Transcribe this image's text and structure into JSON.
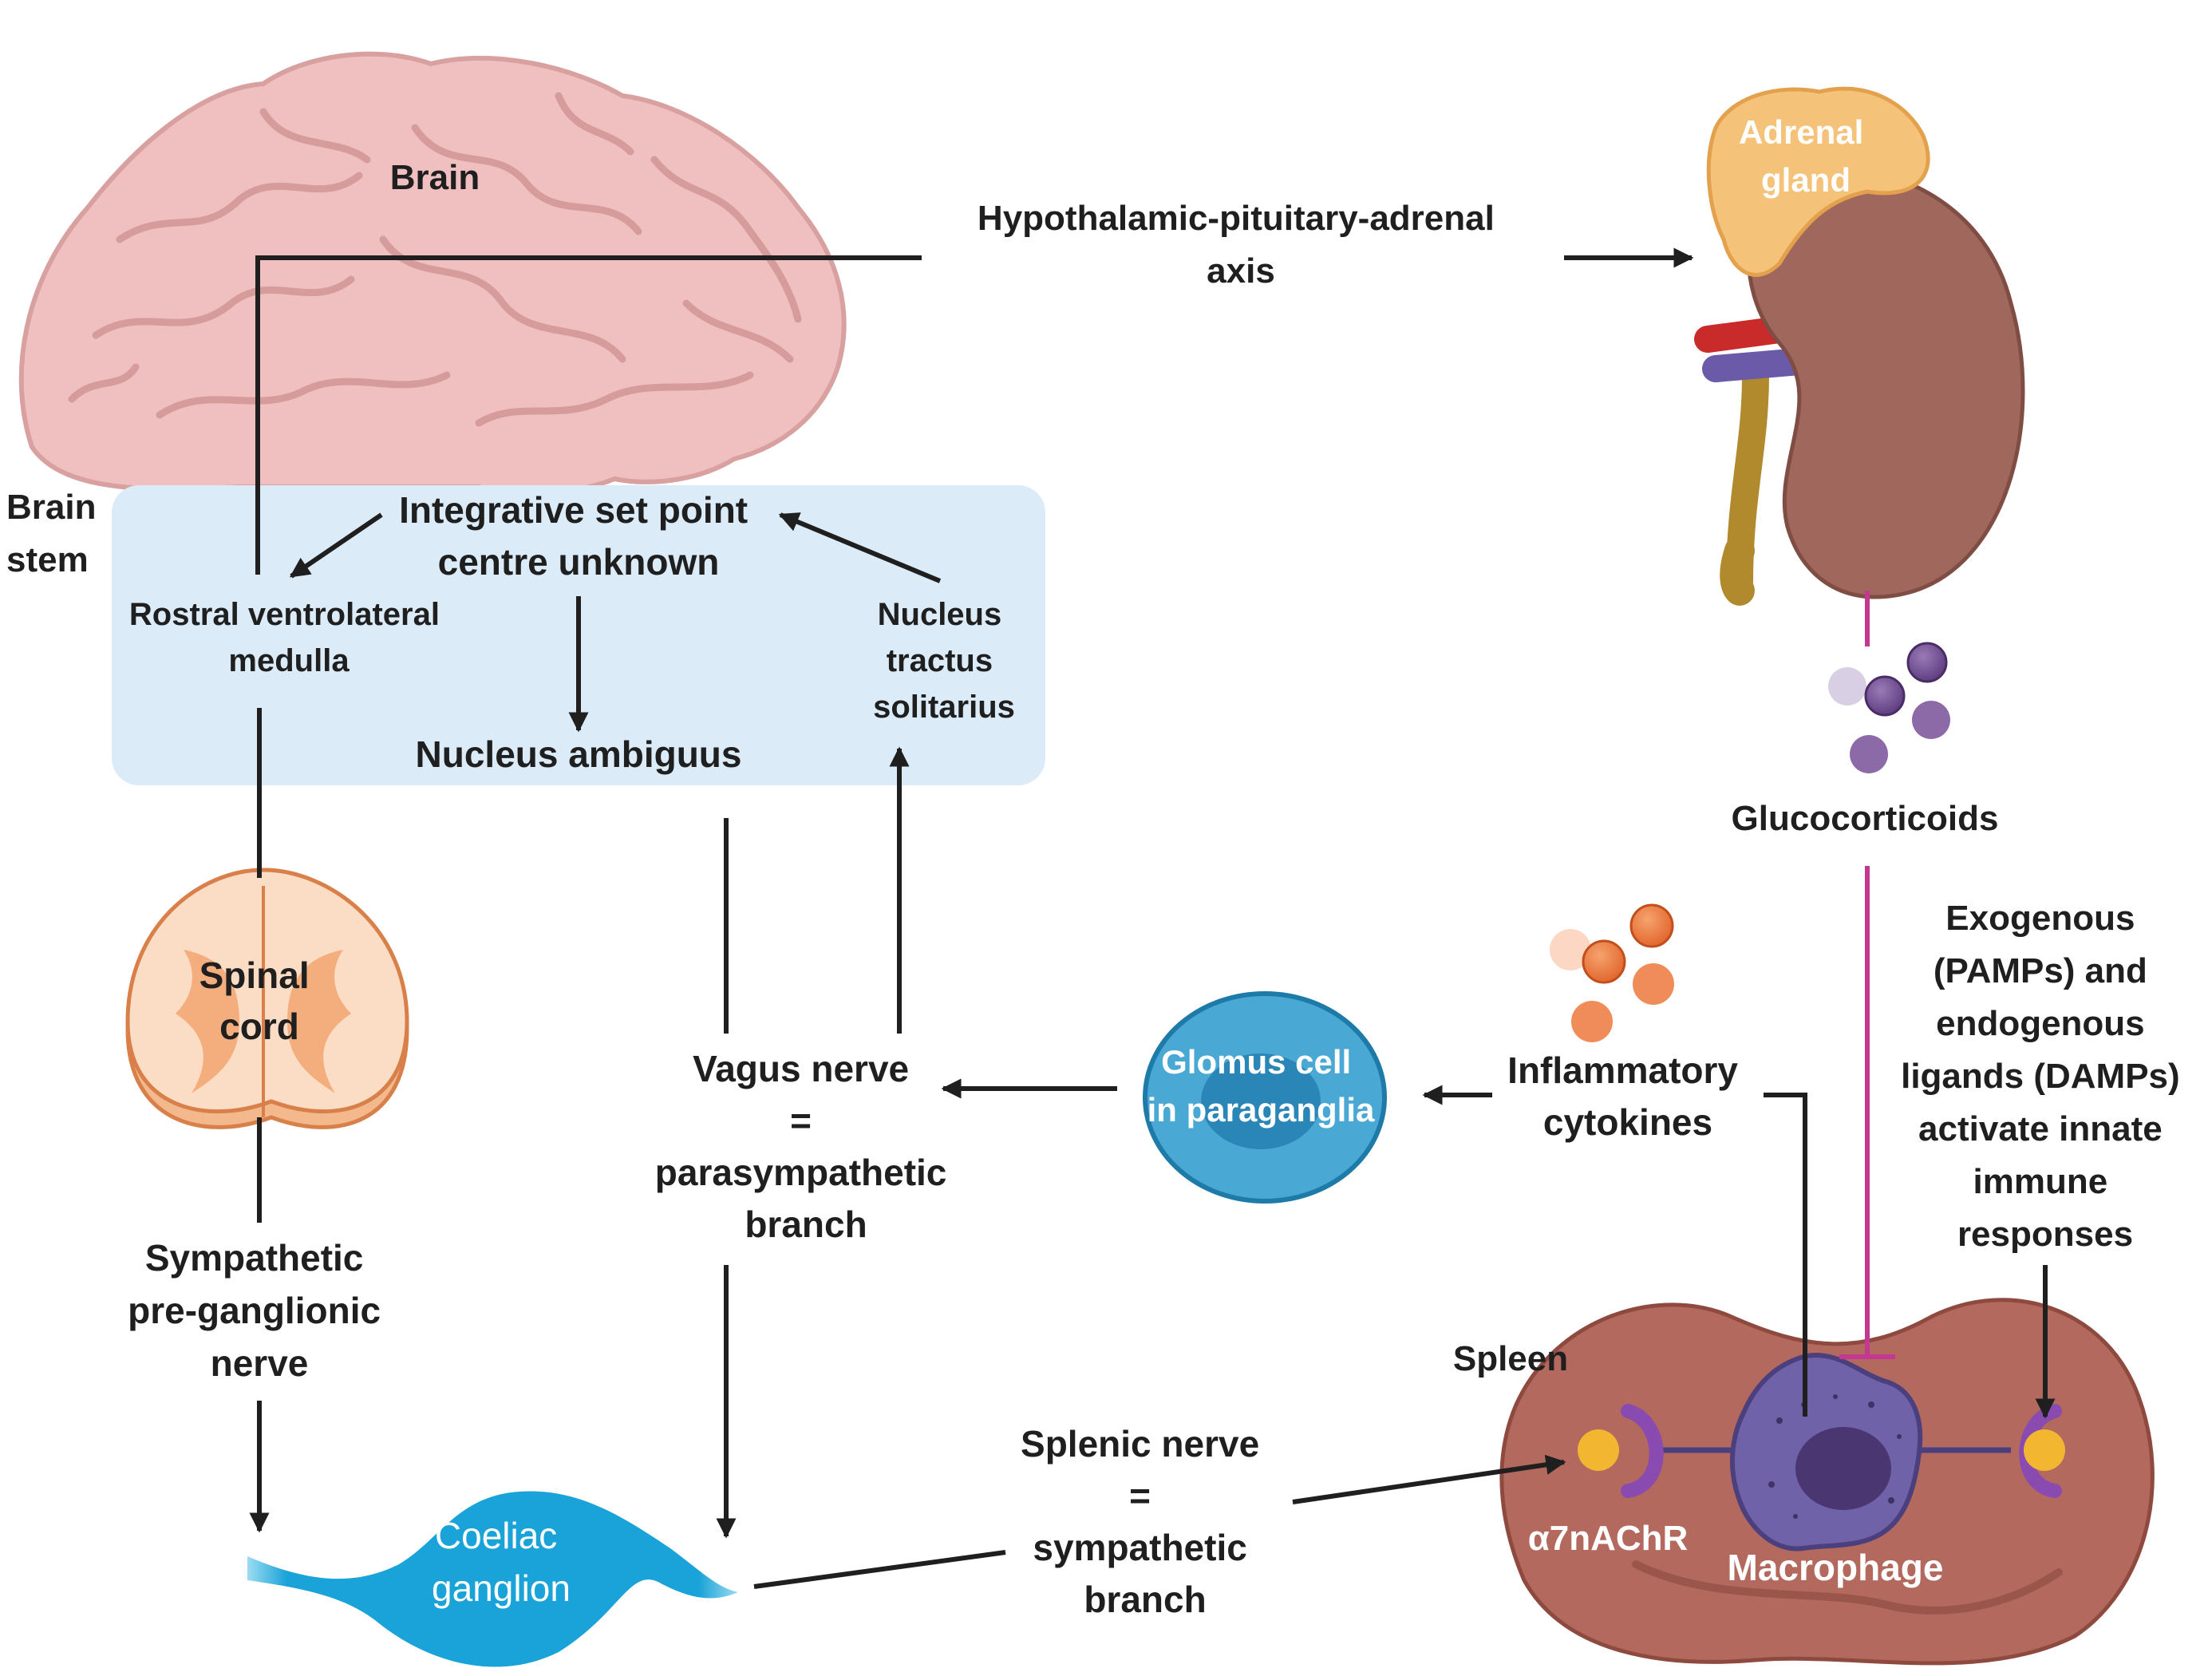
{
  "labels": {
    "brain": "Brain",
    "brain_stem": [
      "Brain",
      "stem"
    ],
    "hpa_axis": [
      "Hypothalamic-pituitary-adrenal",
      "axis"
    ],
    "adrenal_gland": [
      "Adrenal",
      "gland"
    ],
    "integrative_centre": [
      "Integrative set point",
      "centre unknown"
    ],
    "rvlm": [
      "Rostral ventrolateral",
      "medulla"
    ],
    "nts": [
      "Nucleus",
      "tractus",
      "solitarius"
    ],
    "nucleus_ambiguus": "Nucleus ambiguus",
    "glucocorticoids": "Glucocorticoids",
    "spinal_cord": [
      "Spinal",
      "cord"
    ],
    "vagus_nerve": [
      "Vagus nerve",
      "=",
      "parasympathetic",
      "branch"
    ],
    "glomus_cell": [
      "Glomus cell",
      "in paraganglia"
    ],
    "inflammatory_cytokines": [
      "Inflammatory",
      "cytokines"
    ],
    "pamps_damps": [
      "Exogenous",
      "(PAMPs) and",
      "endogenous",
      "ligands (DAMPs)",
      "activate innate",
      "immune",
      "responses"
    ],
    "sympathetic_preganglionic": [
      "Sympathetic",
      "pre-ganglionic",
      "nerve"
    ],
    "spleen": "Spleen",
    "splenic_nerve": [
      "Splenic nerve",
      "=",
      "sympathetic",
      "branch"
    ],
    "coeliac_ganglion": [
      "Coeliac",
      "ganglion"
    ],
    "receptor": "α7nAChR",
    "macrophage": "Macrophage"
  },
  "colors": {
    "arrow": "#1f1f1f",
    "inhibition": "#c2398f",
    "brainstem_box": "#dcebf8",
    "brain": "#f0bfbf",
    "adrenal": "#f5c27a",
    "kidney": "#a0675c",
    "spleen": "#b3695e",
    "macrophage": "#6f62a8",
    "glomus_cell": "#3aa0cf",
    "coeliac_ganglion": "#1aa3d8",
    "spinal_cord": "#f7c9a3",
    "cytokine": "#ee7a3a",
    "glucocorticoid": "#6e4a8e",
    "receptor": "#f2b630"
  }
}
